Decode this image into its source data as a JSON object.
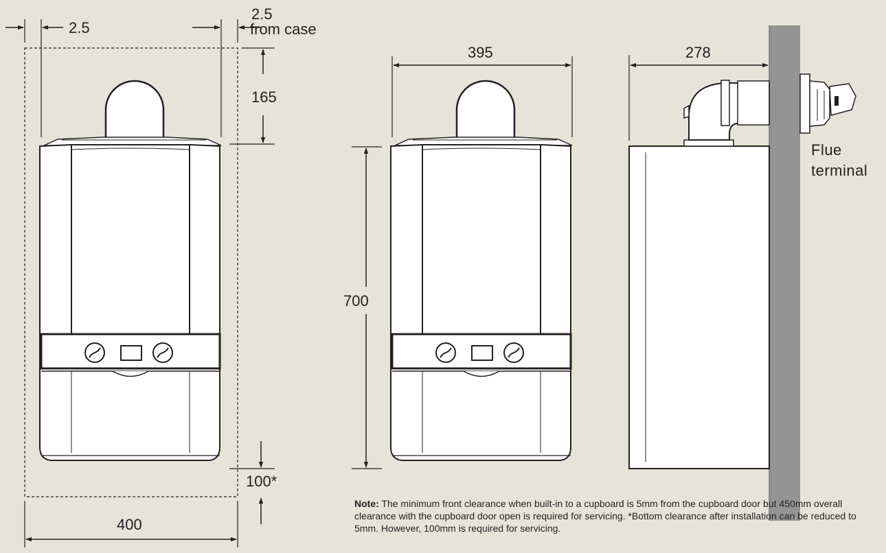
{
  "diagram": {
    "front_clearance": {
      "side_left": "2.5",
      "side_right": "2.5",
      "side_right_note": "from case",
      "top": "165",
      "bottom": "100*",
      "width": "400"
    },
    "front_dimensions": {
      "width": "395",
      "height": "700"
    },
    "side_view": {
      "depth": "278",
      "flue_label_line1": "Flue",
      "flue_label_line2": "terminal"
    },
    "note": {
      "label": "Note:",
      "text": " The minimum front clearance when built-in to a cupboard is 5mm from the cupboard door but 450mm overall clearance with the cupboard door open is required for servicing. *Bottom clearance after installation can be reduced to 5mm. However, 100mm is required for servicing."
    },
    "colors": {
      "background": "#e6e3d8",
      "line": "#231f20",
      "wall": "#949494",
      "boiler": "#ffffff"
    }
  }
}
